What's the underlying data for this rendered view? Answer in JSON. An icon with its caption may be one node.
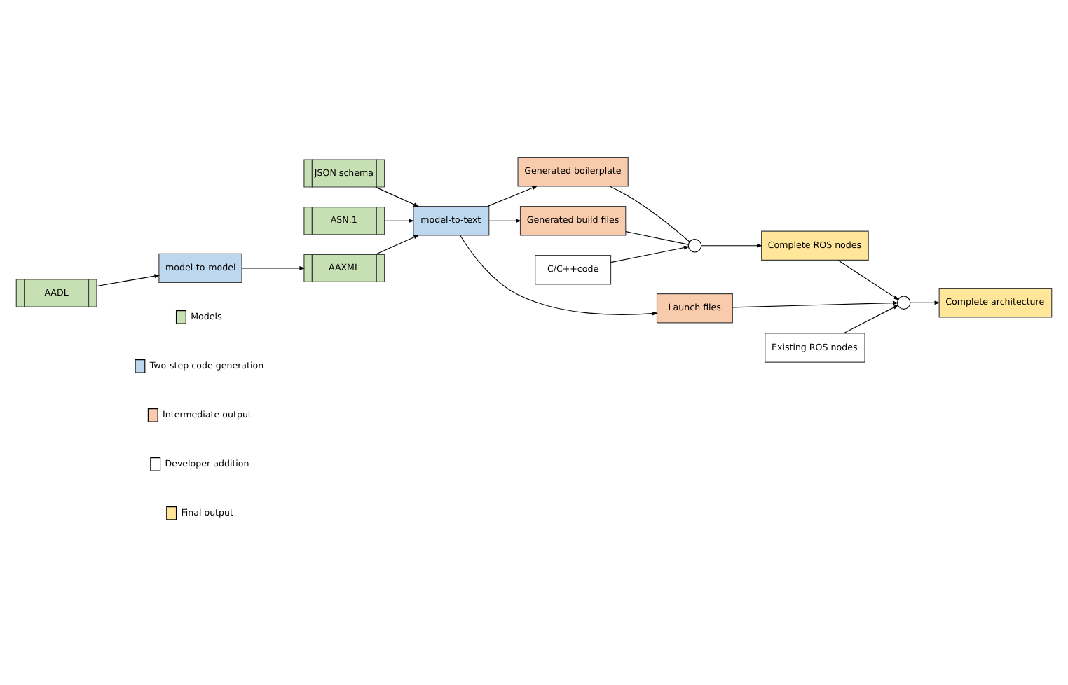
{
  "diagram": {
    "nodes": [
      {
        "text": [
          "JSON schema"
        ]
      },
      {
        "text": [
          "ASN.1"
        ]
      },
      {
        "text": [
          "model-to-text"
        ]
      },
      {
        "text": [
          "AAXML"
        ]
      },
      {
        "text": [
          "model-to-model"
        ]
      },
      {
        "text": [
          "AADL"
        ]
      },
      {
        "text": [
          "Generated boilerplate"
        ]
      },
      {
        "text": [
          "Generated build files"
        ]
      },
      {
        "text": [
          "Launch files"
        ]
      },
      {
        "text": [
          "C/C++code"
        ]
      },
      {
        "text": [],
        "shape": "circle"
      },
      {
        "text": [
          "Complete ROS nodes"
        ]
      },
      {
        "text": [
          "Existing ROS nodes"
        ]
      },
      {
        "text": [],
        "shape": "circle"
      },
      {
        "text": [
          "Complete architecture"
        ]
      }
    ],
    "edges": [
      {
        "from": 0,
        "to": 2,
        "arrow": "to"
      },
      {
        "from": 1,
        "to": 2,
        "arrow": "to"
      },
      {
        "from": 5,
        "to": 4,
        "arrow": "to"
      },
      {
        "from": 4,
        "to": 3,
        "arrow": "to"
      },
      {
        "from": 3,
        "to": 2,
        "arrow": "to"
      },
      {
        "from": 2,
        "to": 6,
        "arrow": "to"
      },
      {
        "from": 2,
        "to": 7,
        "arrow": "to"
      },
      {
        "from": 2,
        "to": 8,
        "arrow": "to"
      },
      {
        "from": 6,
        "to": 10,
        "arrow": "none"
      },
      {
        "from": 7,
        "to": 10,
        "arrow": "none"
      },
      {
        "from": 9,
        "to": 10,
        "arrow": "to"
      },
      {
        "from": 10,
        "to": 11,
        "arrow": "to"
      },
      {
        "from": 8,
        "to": 13,
        "arrow": "to"
      },
      {
        "from": 12,
        "to": 13,
        "arrow": "to"
      },
      {
        "from": 11,
        "to": 13,
        "arrow": "to"
      },
      {
        "from": 13,
        "to": 14,
        "arrow": "to"
      }
    ],
    "legend": [
      {
        "text": "Models",
        "color": "#c6e0b4"
      },
      {
        "text": "Two-step code generation",
        "color": "#bdd7ee"
      },
      {
        "text": "Intermediate output",
        "color": "#f8cbad"
      },
      {
        "text": "Developer addition",
        "color": "#ffffff"
      },
      {
        "text": "Final output",
        "color": "#ffe699"
      }
    ]
  }
}
